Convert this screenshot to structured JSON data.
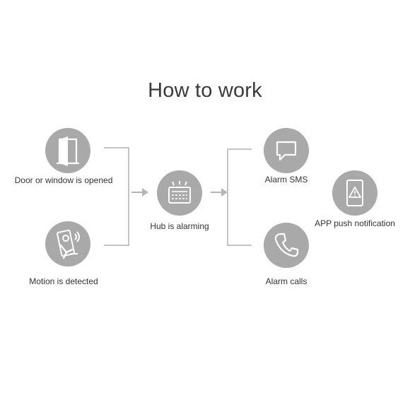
{
  "title": "How to work",
  "nodes": {
    "door": {
      "label": "Door or window is opened",
      "icon": "door-icon"
    },
    "motion": {
      "label": "Motion is detected",
      "icon": "motion-sensor-icon"
    },
    "hub": {
      "label": "Hub is alarming",
      "icon": "alarm-hub-icon"
    },
    "sms": {
      "label": "Alarm SMS",
      "icon": "chat-bubble-icon"
    },
    "app": {
      "label": "APP push notification",
      "icon": "phone-warning-icon"
    },
    "calls": {
      "label": "Alarm calls",
      "icon": "phone-handset-icon"
    }
  },
  "colors": {
    "circle": "#a9a9a9",
    "line": "#c4c4c4",
    "arrow": "#b5b5b5",
    "icon": "#ffffff"
  }
}
